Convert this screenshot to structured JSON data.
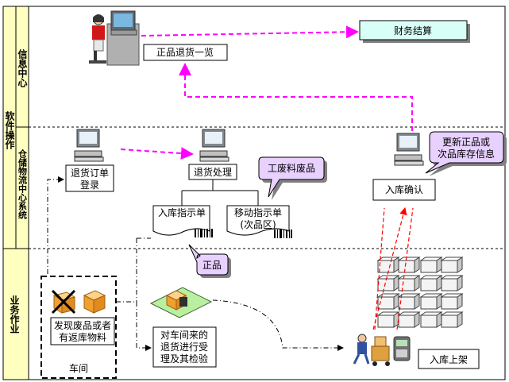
{
  "lanes": {
    "software_ops": "软件操作",
    "info_center": "信息中心",
    "warehouse_center": "仓储物流中心系统",
    "business": "业务作业"
  },
  "boxes": {
    "finance": "财务结算",
    "return_list": "正品退货一览",
    "return_order_line1": "退货订单",
    "return_order_line2": "登录",
    "return_process": "退货处理",
    "inbound_instruction": "入库指示单",
    "move_instruction_line1": "移动指示单",
    "move_instruction_line2": "(次品区)",
    "inbound_confirm": "入库确认",
    "workshop_find_line1": "发现废品或者",
    "workshop_find_line2": "有返库物料",
    "workshop": "车间",
    "accept_inspect_line1": "对车间来的",
    "accept_inspect_line2": "退货进行受",
    "accept_inspect_line3": "理及其检验",
    "inbound_shelf": "入库上架"
  },
  "callouts": {
    "scrap": "工废料废品",
    "genuine": "正品",
    "update_line1": "更新正品或",
    "update_line2": "次品库存信息"
  },
  "colors": {
    "lane_header": "#ffffc0",
    "flow_magenta": "#ff00ff",
    "flow_red": "#ff0000",
    "callout_fill": "#e8d0ff",
    "finance_fill": "#d8fff8"
  }
}
